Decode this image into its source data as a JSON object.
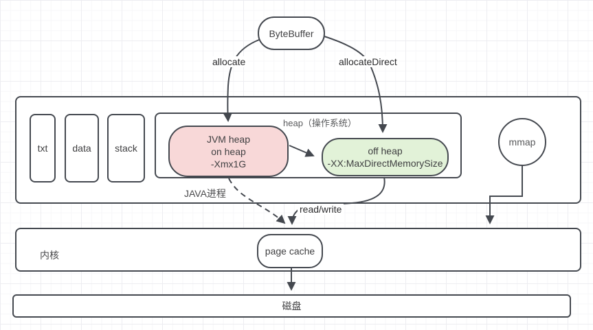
{
  "diagram": {
    "byte_buffer_label": "ByteBuffer",
    "edges": {
      "allocate": "allocate",
      "allocate_direct": "allocateDirect",
      "read_write": "read/write"
    },
    "java_process": {
      "label": "JAVA进程",
      "segments": [
        "txt",
        "data",
        "stack"
      ],
      "heap_container_label": "heap（操作系统）",
      "jvm_heap": {
        "lines": [
          "JVM heap",
          "on heap",
          "-Xmx1G"
        ],
        "fill": "#f8d8d8"
      },
      "off_heap": {
        "lines": [
          "off heap",
          "-XX:MaxDirectMemorySize"
        ],
        "fill": "#e2f2d8"
      },
      "mmap_label": "mmap"
    },
    "kernel": {
      "label": "内核",
      "page_cache_label": "page cache"
    },
    "disk_label": "磁盘",
    "colors": {
      "line": "#44484f",
      "jvm_heap_fill": "#f8d8d8",
      "off_heap_fill": "#e2f2d8"
    }
  }
}
